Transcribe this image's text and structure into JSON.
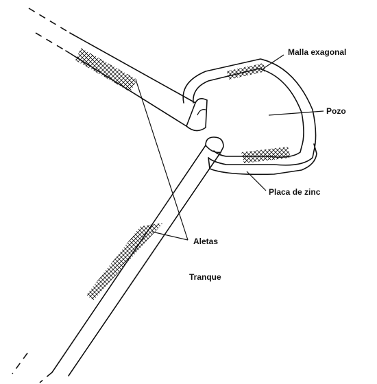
{
  "labels": {
    "malla": "Malla exagonal",
    "pozo": "Pozo",
    "placa": "Placa de zinc",
    "aletas": "Aletas",
    "tranque": "Tranque"
  },
  "colors": {
    "ink": "#111111",
    "background": "#ffffff"
  }
}
